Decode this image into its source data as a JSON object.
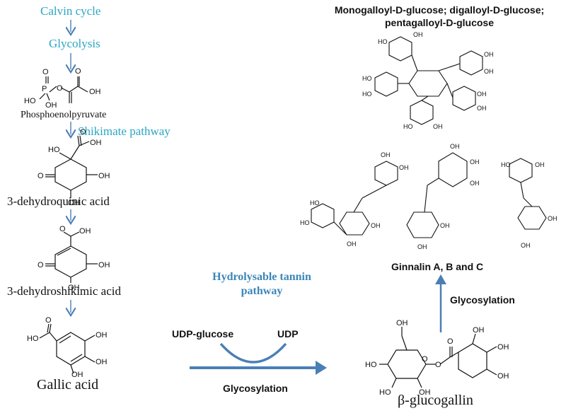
{
  "left_pathway": {
    "calvin": "Calvin cycle",
    "glycolysis": "Glycolysis",
    "pep": "Phosphoenolpyruvate",
    "shikimate": "Shikimate pathway",
    "dehydroquinic": "3-dehydroquinic acid",
    "dehydroshikimic": "3-dehydroshikimic acid",
    "gallic": "Gallic acid"
  },
  "center": {
    "hydrolysable": "Hydrolysable tannin pathway",
    "udp_glucose": "UDP-glucose",
    "udp": "UDP",
    "glycosylation_bottom": "Glycosylation"
  },
  "right": {
    "galloyl_title_line1": "Monogalloyl-D-glucose; digalloyl-D-glucose;",
    "galloyl_title_line2": "pentagalloyl-D-glucose",
    "ginnalin": "Ginnalin A, B and C",
    "glycosylation_vertical": "Glycosylation",
    "glucogallin": "β-glucogallin"
  },
  "colors": {
    "teal_text": "#2aa6c4",
    "arrow_blue": "#4a7fb5",
    "title_blue": "#3b86b8"
  }
}
